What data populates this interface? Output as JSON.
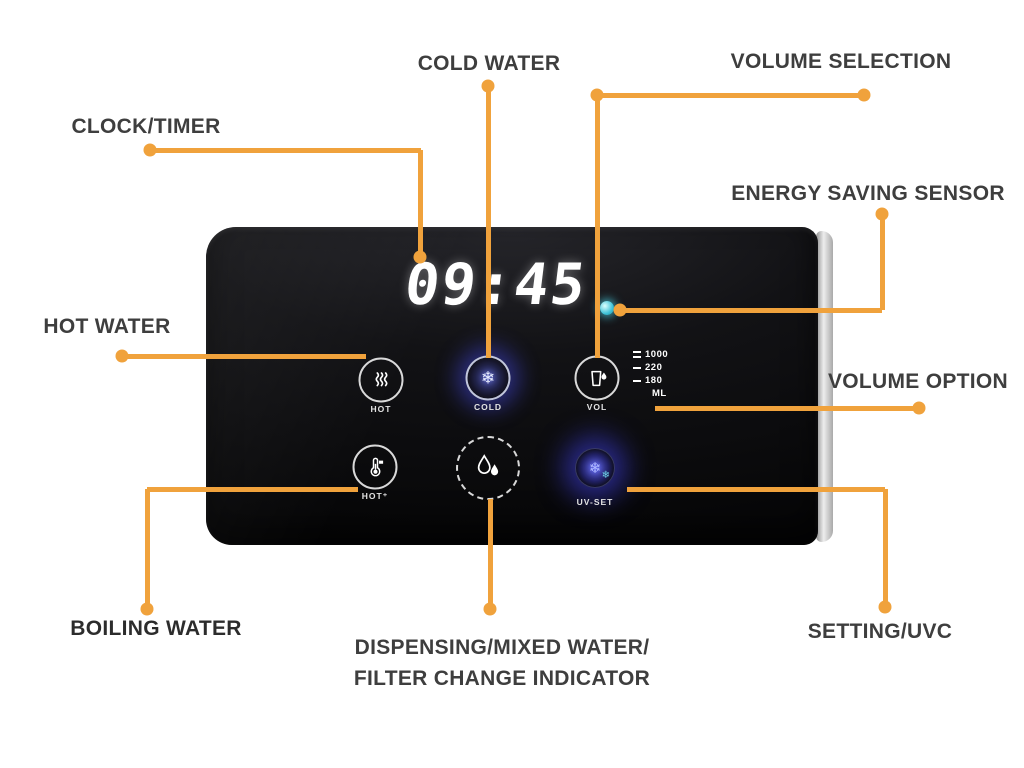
{
  "colors": {
    "accent": "#F0A23C",
    "label_text": "#3E3E3E",
    "glow_blue": "#5558FF",
    "sensor_cyan": "#3FC3D8"
  },
  "callouts": {
    "clock_timer": "CLOCK/TIMER",
    "cold_water": "COLD WATER",
    "volume_selection": "VOLUME SELECTION",
    "energy_saving_sensor": "ENERGY SAVING SENSOR",
    "hot_water": "HOT WATER",
    "volume_option": "VOLUME OPTION",
    "boiling_water": "BOILING WATER",
    "dispensing_line1": "DISPENSING/MIXED WATER/",
    "dispensing_line2": "FILTER CHANGE INDICATOR",
    "setting_uvc": "SETTING/UVC"
  },
  "panel": {
    "clock": "09:45",
    "buttons": {
      "hot": "HOT",
      "cold": "COLD",
      "vol": "VOL",
      "hot_plus": "HOT⁺",
      "uv_set": "UV-SET"
    },
    "volume_scale": {
      "v1": "1000",
      "v2": "220",
      "v3": "180",
      "unit": "ML"
    }
  }
}
